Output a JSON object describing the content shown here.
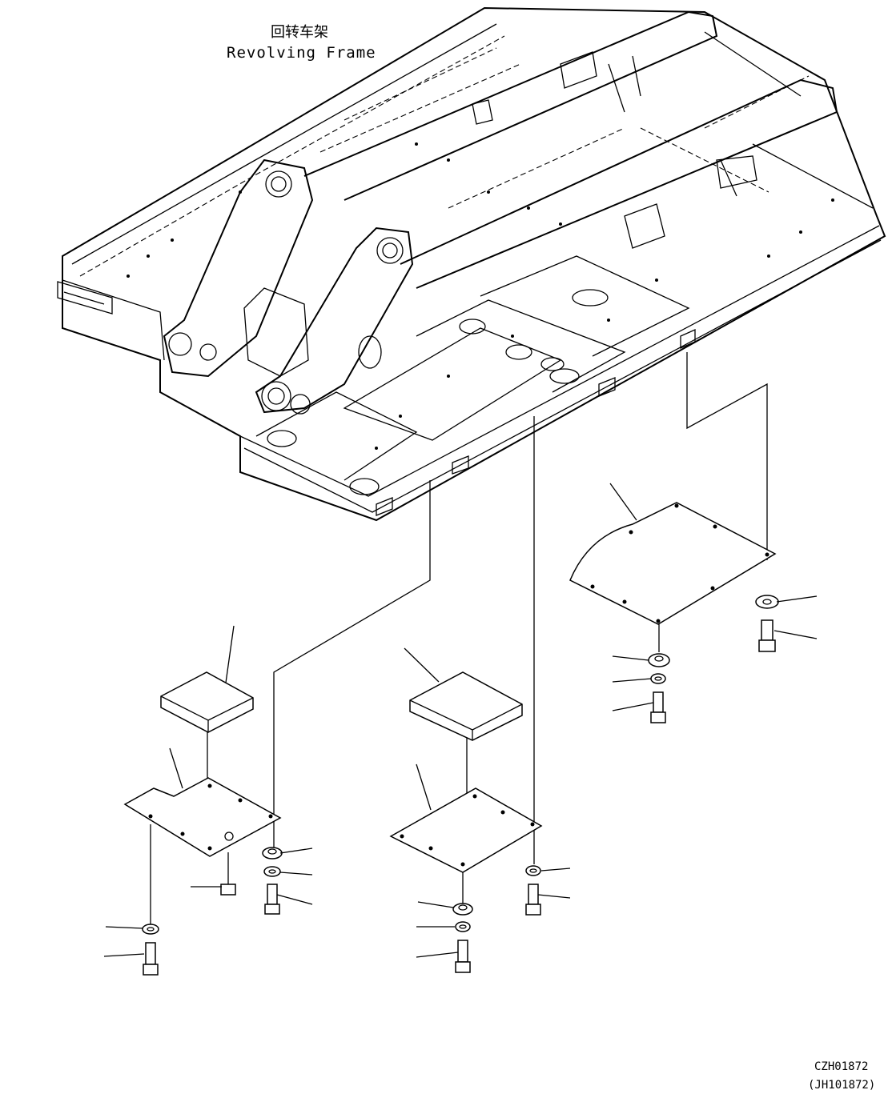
{
  "labels": {
    "title_cn": "回转车架",
    "title_en": "Revolving Frame",
    "code_primary": "CZH01872",
    "code_secondary": "(JH101872)"
  },
  "colors": {
    "line": "#000000",
    "background": "#ffffff"
  }
}
